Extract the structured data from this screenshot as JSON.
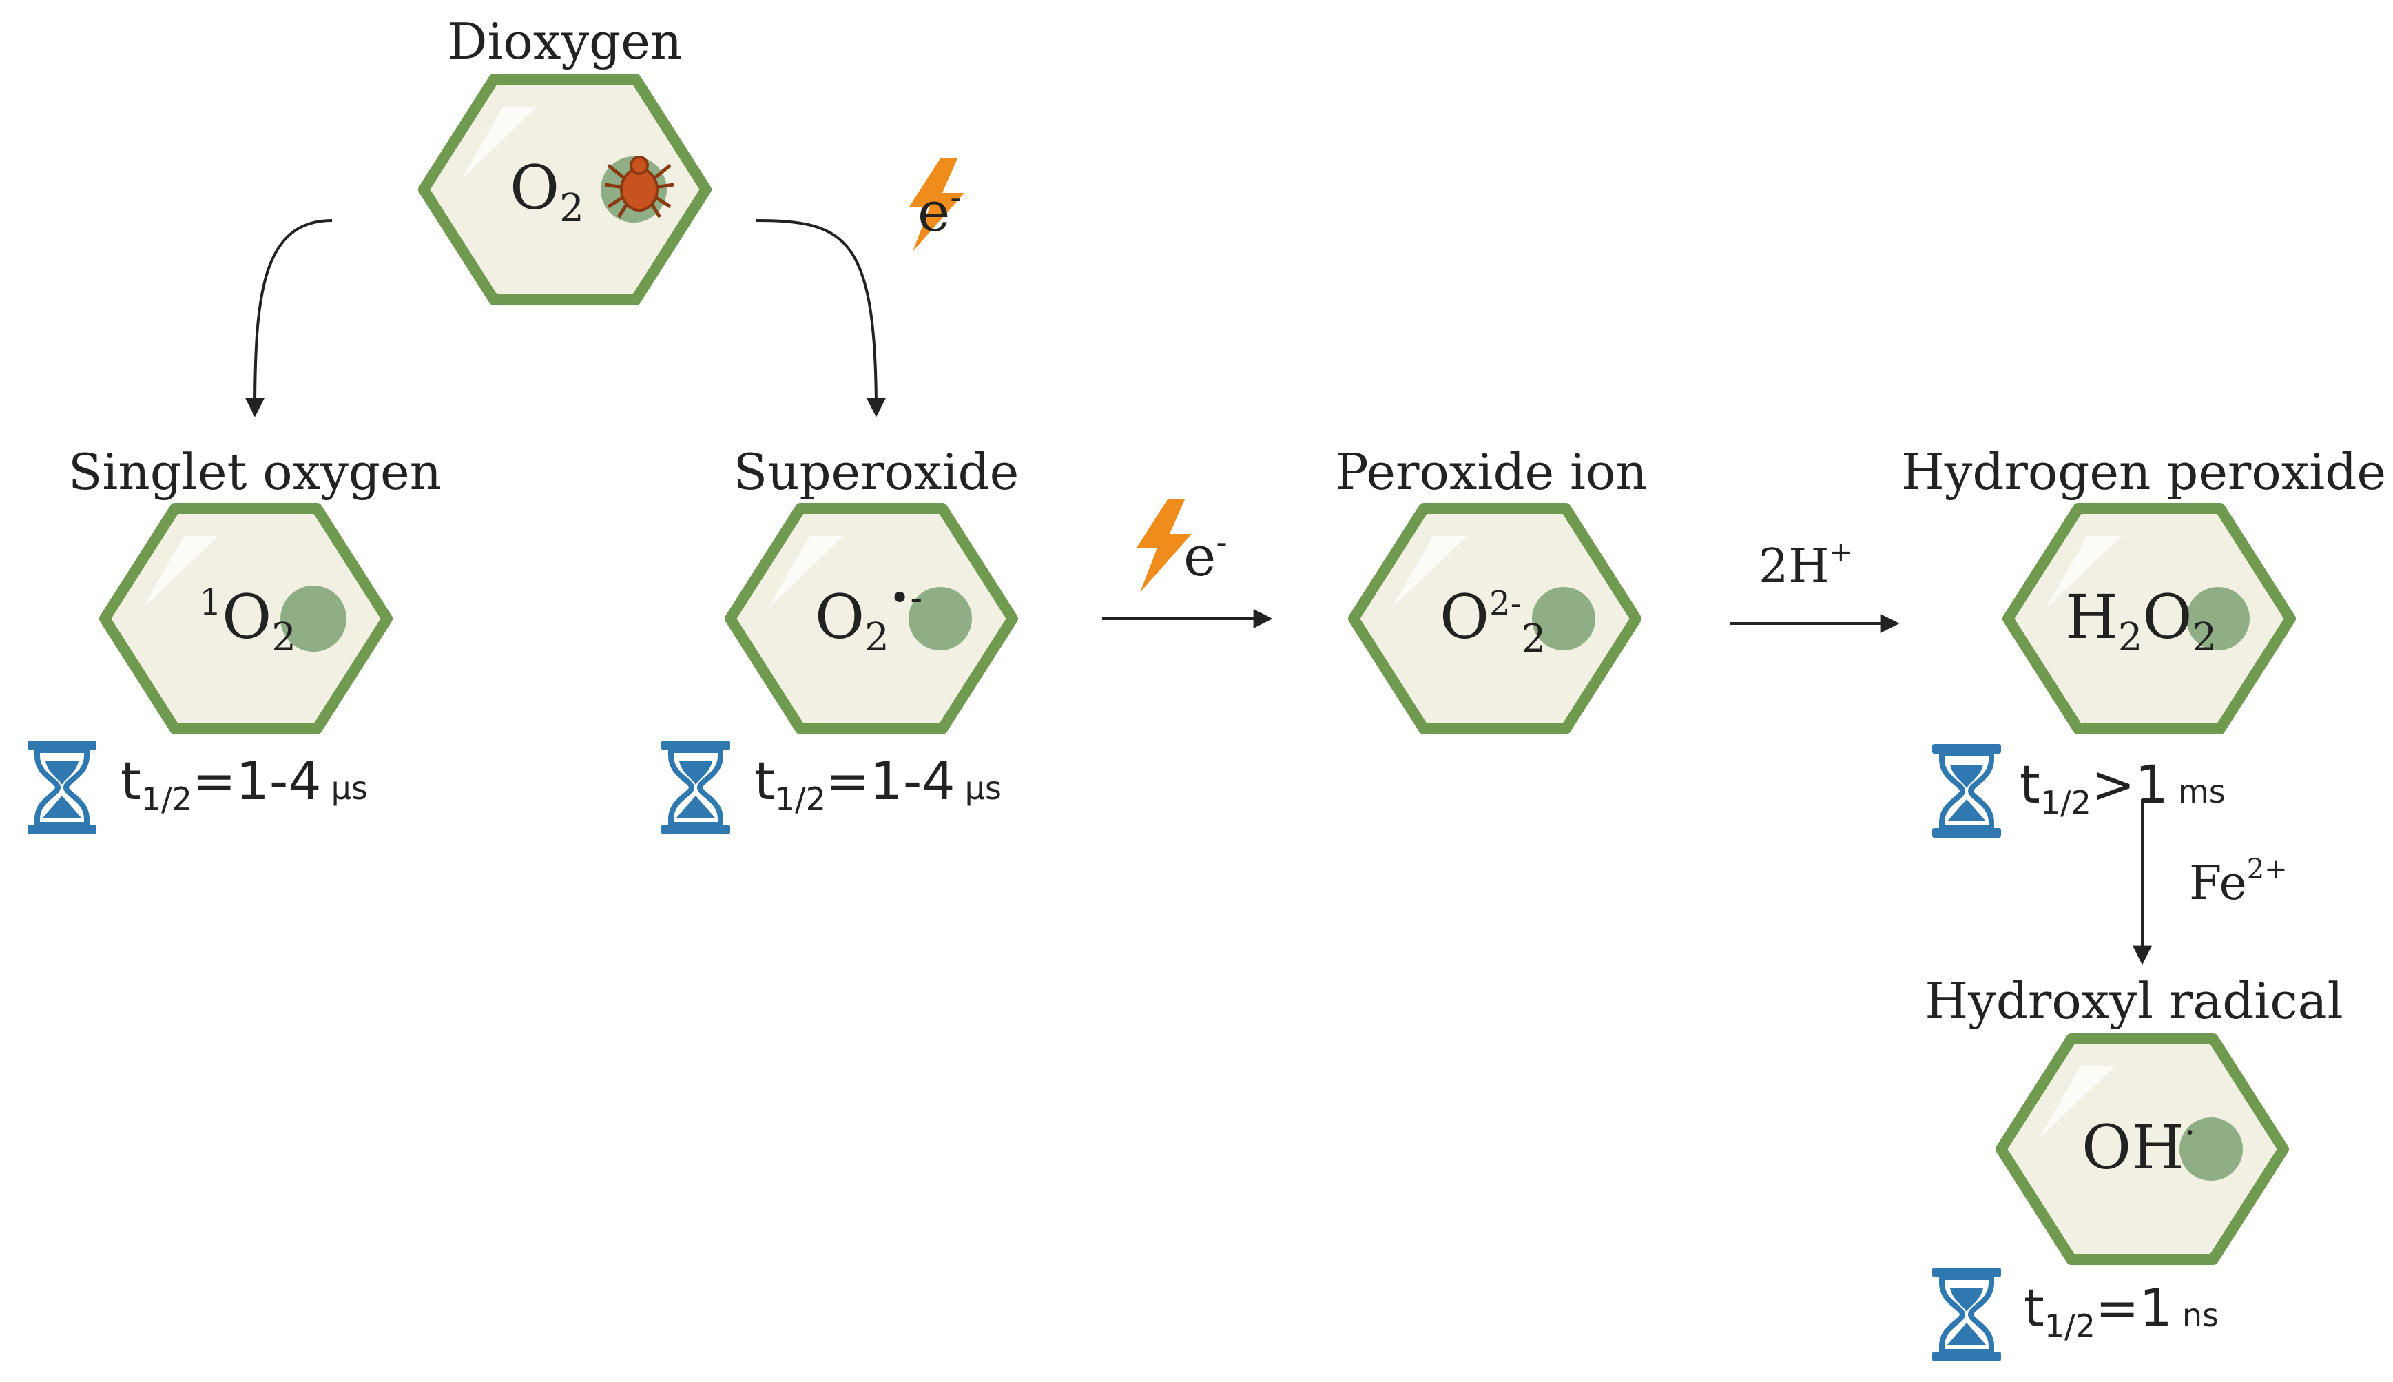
{
  "colors": {
    "hex_fill": "#f2f0e3",
    "hex_border": "#6f9a4f",
    "dot": "#8fae85",
    "arrow": "#222222",
    "bolt": "#f08c1b",
    "hourglass": "#2f78b0"
  },
  "icons": {
    "electron_bolt": "lightning-bolt-icon",
    "mite": "mite-icon",
    "timer": "hourglass-icon"
  },
  "species": {
    "dioxygen": {
      "name": "Dioxygen",
      "formula": "O",
      "sub": "2"
    },
    "singlet": {
      "name": "Singlet oxygen",
      "pre": "1",
      "formula": "O",
      "sub": "2",
      "half_life": "=1-4",
      "unit": "μs"
    },
    "superoxide": {
      "name": "Superoxide",
      "formula": "O",
      "sub": "2",
      "sup": "•-",
      "half_life": "=1-4",
      "unit": "μs"
    },
    "peroxide": {
      "name": "Peroxide ion",
      "formula": "O",
      "sup": "2-",
      "sub": "2"
    },
    "h2o2": {
      "name": "Hydrogen peroxide",
      "f1": "H",
      "s1": "2",
      "f2": "O",
      "s2": "2",
      "half_life": ">1",
      "unit": "ms"
    },
    "hydroxyl": {
      "name": "Hydroxyl radical",
      "formula": "OH",
      "sup": "·",
      "half_life": "=1",
      "unit": "ns"
    }
  },
  "half_life_prefix": {
    "t": "t",
    "sub": "1/2"
  },
  "reagents": {
    "electron_1": {
      "label": "e",
      "sup": "-"
    },
    "electron_2": {
      "label": "e",
      "sup": "-"
    },
    "protons": {
      "label": "2H",
      "sup": "+"
    },
    "iron": {
      "label": "Fe",
      "sup": "2+"
    }
  }
}
